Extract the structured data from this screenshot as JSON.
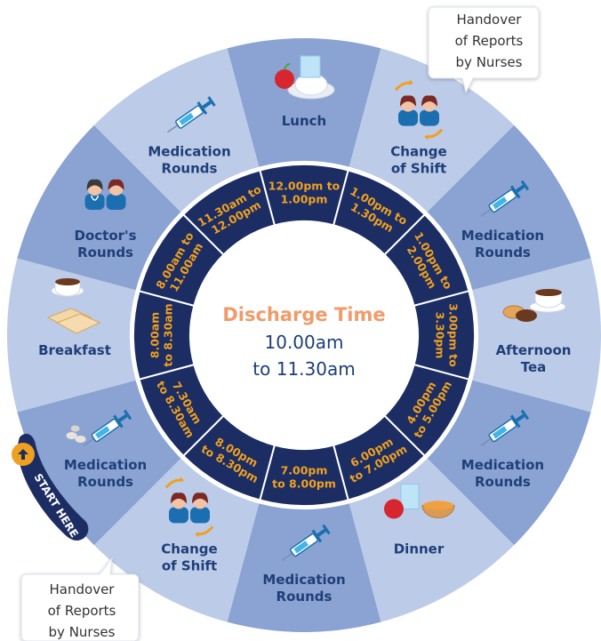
{
  "center": {
    "title": "Discharge Time",
    "line1": "10.00am",
    "line2": "to 11.30am"
  },
  "segments": [
    {
      "label": [
        "Lunch"
      ],
      "times": [
        "12.00pm to",
        "1.00pm"
      ],
      "icon": "lunch-icon",
      "shade": "a"
    },
    {
      "label": [
        "Change",
        "of Shift"
      ],
      "times": [
        "1.00pm to",
        "1.30pm"
      ],
      "icon": "change-of-shift-icon",
      "shade": "b"
    },
    {
      "label": [
        "Medication",
        "Rounds"
      ],
      "times": [
        "1.00pm to",
        "2.00pm"
      ],
      "icon": "syringe-icon",
      "shade": "a"
    },
    {
      "label": [
        "Afternoon",
        "Tea"
      ],
      "times": [
        "3.00pm to",
        "3.30pm"
      ],
      "icon": "afternoon-tea-icon",
      "shade": "b"
    },
    {
      "label": [
        "Medication",
        "Rounds"
      ],
      "times": [
        "4.00pm",
        "to 5.00pm"
      ],
      "icon": "syringe-icon",
      "shade": "a"
    },
    {
      "label": [
        "Dinner"
      ],
      "times": [
        "6.00pm",
        "to 7.00pm"
      ],
      "icon": "dinner-icon",
      "shade": "b"
    },
    {
      "label": [
        "Medication",
        "Rounds"
      ],
      "times": [
        "7.00pm",
        "to 8.00pm"
      ],
      "icon": "syringe-icon",
      "shade": "a"
    },
    {
      "label": [
        "Change",
        "of Shift"
      ],
      "times": [
        "8.00pm",
        "to 8.30pm"
      ],
      "icon": "change-of-shift-icon",
      "shade": "b"
    },
    {
      "label": [
        "Medication",
        "Rounds"
      ],
      "times": [
        "7.30am",
        "to 8.30am"
      ],
      "icon": "pills-syringe-icon",
      "shade": "a"
    },
    {
      "label": [
        "Breakfast"
      ],
      "times": [
        "8.00am",
        "to 8.30am"
      ],
      "icon": "breakfast-icon",
      "shade": "b"
    },
    {
      "label": [
        "Doctor's",
        "Rounds"
      ],
      "times": [
        "8.00am to",
        "11.00am"
      ],
      "icon": "doctor-icon",
      "shade": "a"
    },
    {
      "label": [
        "Medication",
        "Rounds"
      ],
      "times": [
        "11.30am to",
        "12.00pm"
      ],
      "icon": "syringe-icon",
      "shade": "b"
    }
  ],
  "callouts": {
    "top": [
      "Handover",
      "of Reports",
      "by Nurses"
    ],
    "bottom": [
      "Handover",
      "of Reports",
      "by Nurses"
    ]
  },
  "start_badge": "START HERE",
  "colors": {
    "segment_a": "#8aa3d2",
    "segment_b": "#bccbe8",
    "inner_ring": "#1b2d63",
    "time_text": "#f0a020",
    "label_text": "#1f3f78",
    "title_text": "#f19a6a"
  }
}
